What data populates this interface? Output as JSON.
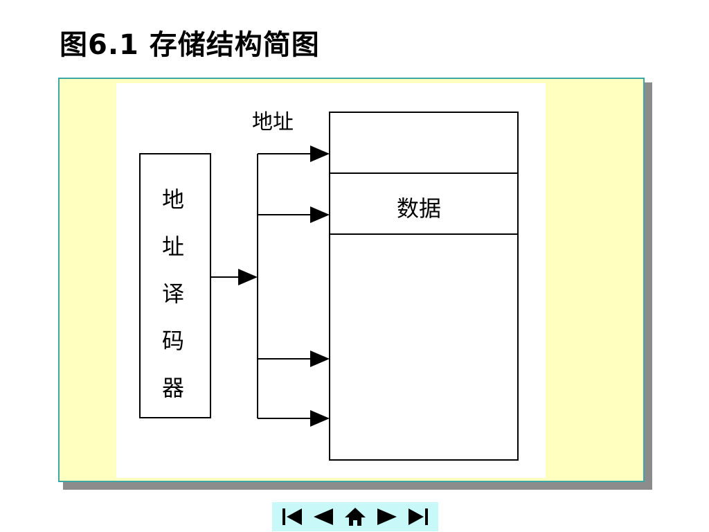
{
  "slide": {
    "title": "图6.1  存储结构简图"
  },
  "diagram": {
    "address_label": "地址",
    "data_label": "数据",
    "decoder_chars": [
      "地",
      "址",
      "译",
      "码",
      "器"
    ]
  },
  "nav": {
    "buttons": [
      {
        "icon": "first-page-icon"
      },
      {
        "icon": "previous-page-icon"
      },
      {
        "icon": "home-icon"
      },
      {
        "icon": "next-page-icon"
      },
      {
        "icon": "last-page-icon"
      }
    ]
  },
  "colors": {
    "panel_background": "#ffffc0",
    "panel_border": "#3aa6a6",
    "nav_background": "#c8f8f8",
    "nav_icon": "#000000"
  }
}
